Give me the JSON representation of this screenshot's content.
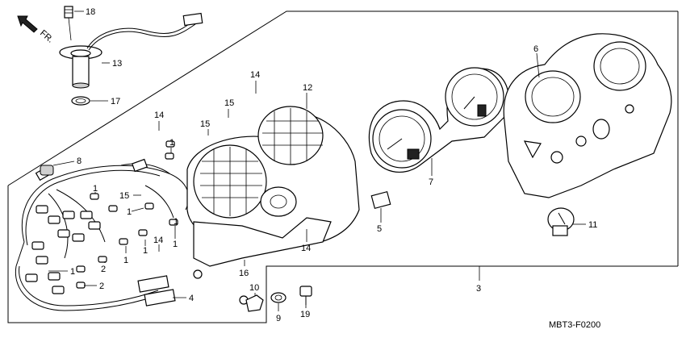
{
  "diagram": {
    "code": "MBT3-F0200",
    "direction_label": "FR.",
    "callouts": [
      {
        "id": "c18",
        "text": "18"
      },
      {
        "id": "c13",
        "text": "13"
      },
      {
        "id": "c17",
        "text": "17"
      },
      {
        "id": "c14a",
        "text": "14"
      },
      {
        "id": "c12",
        "text": "12"
      },
      {
        "id": "c15a",
        "text": "15"
      },
      {
        "id": "c14b",
        "text": "14"
      },
      {
        "id": "c15b",
        "text": "15"
      },
      {
        "id": "c1a",
        "text": "1"
      },
      {
        "id": "c8",
        "text": "8"
      },
      {
        "id": "c1b",
        "text": "1"
      },
      {
        "id": "c15c",
        "text": "15"
      },
      {
        "id": "c1c",
        "text": "1"
      },
      {
        "id": "c1d",
        "text": "1"
      },
      {
        "id": "c14c",
        "text": "14"
      },
      {
        "id": "c1e",
        "text": "1"
      },
      {
        "id": "c1f",
        "text": "1"
      },
      {
        "id": "c1g",
        "text": "1"
      },
      {
        "id": "c2a",
        "text": "2"
      },
      {
        "id": "c1h",
        "text": "1"
      },
      {
        "id": "c2b",
        "text": "2"
      },
      {
        "id": "c4",
        "text": "4"
      },
      {
        "id": "c16",
        "text": "16"
      },
      {
        "id": "c10",
        "text": "10"
      },
      {
        "id": "c9",
        "text": "9"
      },
      {
        "id": "c19",
        "text": "19"
      },
      {
        "id": "c14d",
        "text": "14"
      },
      {
        "id": "c6",
        "text": "6"
      },
      {
        "id": "c7",
        "text": "7"
      },
      {
        "id": "c5",
        "text": "5"
      },
      {
        "id": "c11",
        "text": "11"
      },
      {
        "id": "c3",
        "text": "3"
      }
    ]
  }
}
